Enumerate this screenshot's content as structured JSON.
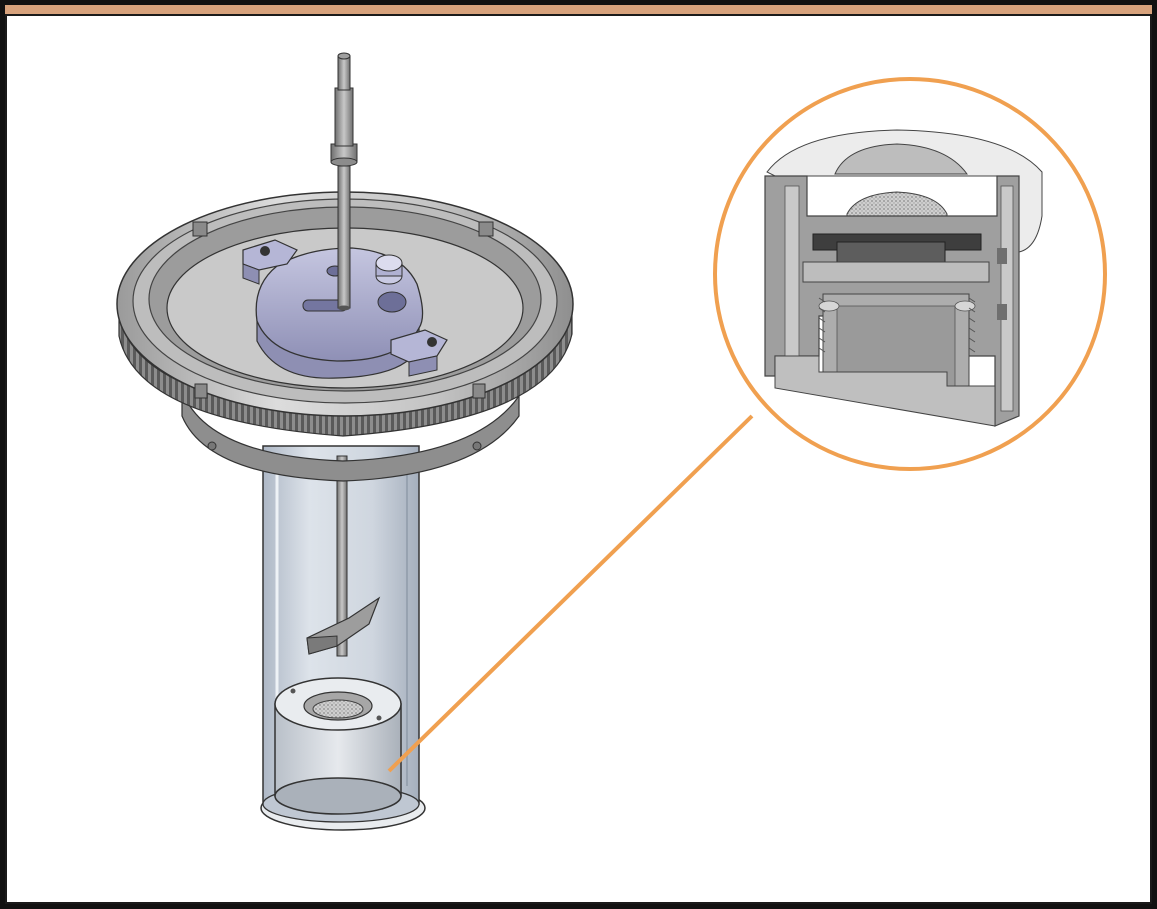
{
  "colors": {
    "frame_border": "#111111",
    "frame_band": "#d7a27c",
    "background": "#ffffff",
    "callout": "#f0a050",
    "metal_light": "#e2e2e2",
    "metal_mid": "#b8b8b8",
    "metal_dark": "#7a7a7a",
    "lavender": "#a9aacb",
    "glass": "#c9d2de"
  },
  "components": {
    "stirrer_shaft": "stirrer-shaft",
    "lid_flange": "lid-flange",
    "clamp_plate": "clamp-plate",
    "vessel_tube": "vessel-tube",
    "paddle": "paddle",
    "sample_holder": "sample-holder",
    "detail_view": "cross-section-detail"
  }
}
